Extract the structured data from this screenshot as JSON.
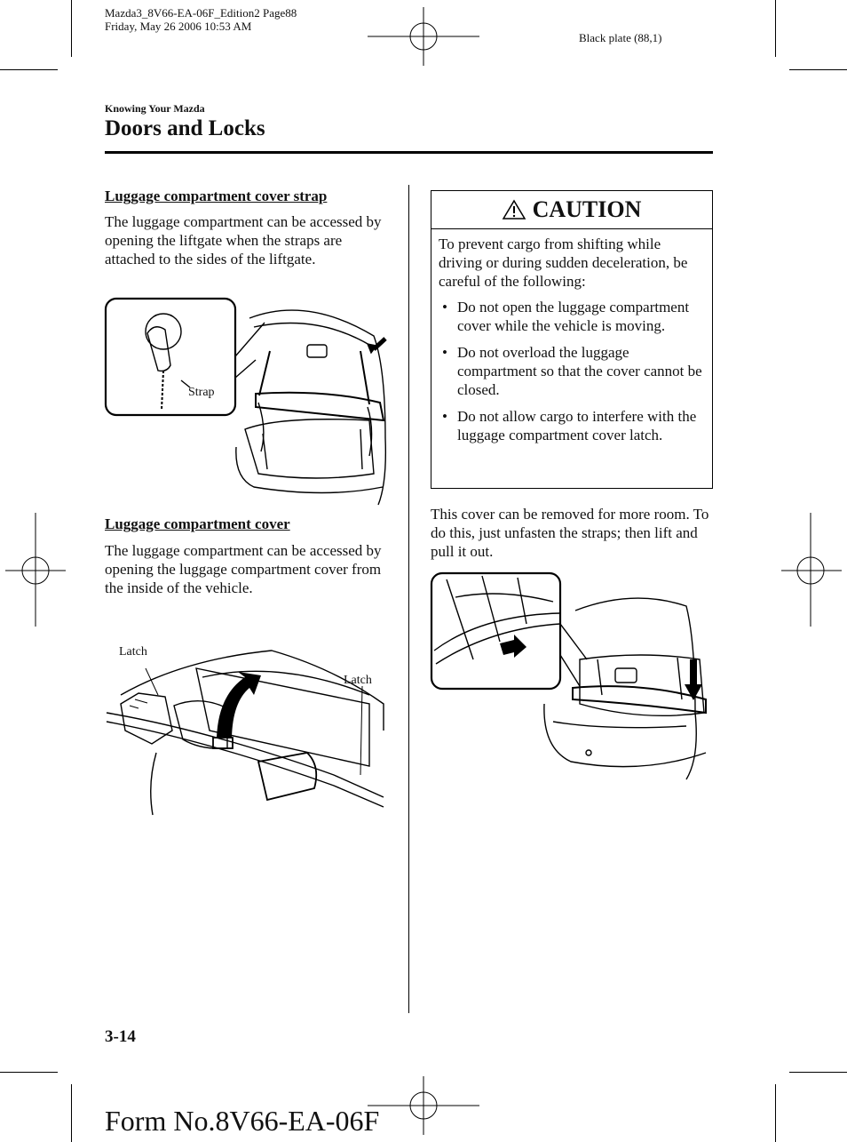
{
  "header": {
    "meta_line1": "Mazda3_8V66-EA-06F_Edition2 Page88",
    "meta_line2": "Friday, May 26 2006 10:53 AM",
    "plate": "Black plate (88,1)",
    "section_small": "Knowing Your Mazda",
    "section_title": "Doors and Locks"
  },
  "left": {
    "strap_heading": "Luggage compartment cover strap",
    "strap_text": "The luggage compartment can be accessed by opening the liftgate when the straps are attached to the sides of the liftgate.",
    "strap_label": "Strap",
    "cover_heading": "Luggage compartment cover",
    "cover_text": "The luggage compartment can be accessed by opening the luggage compartment cover from the inside of the vehicle.",
    "latch_label_left": "Latch",
    "latch_label_right": "Latch"
  },
  "right": {
    "caution_title": "CAUTION",
    "caution_intro": "To prevent cargo from shifting while driving or during sudden deceleration, be careful of the following:",
    "caution_items": [
      "Do not open the luggage compartment cover while the vehicle is moving.",
      "Do not overload the luggage compartment so that the cover cannot be closed.",
      "Do not allow cargo to interfere with the luggage compartment cover latch."
    ],
    "remove_text": "This cover can be removed for more room. To do this, just unfasten the straps; then lift and pull it out."
  },
  "footer": {
    "page_number": "3-14",
    "form_number": "Form No.8V66-EA-06F"
  },
  "icons": {
    "caution": "warning-triangle-icon"
  }
}
